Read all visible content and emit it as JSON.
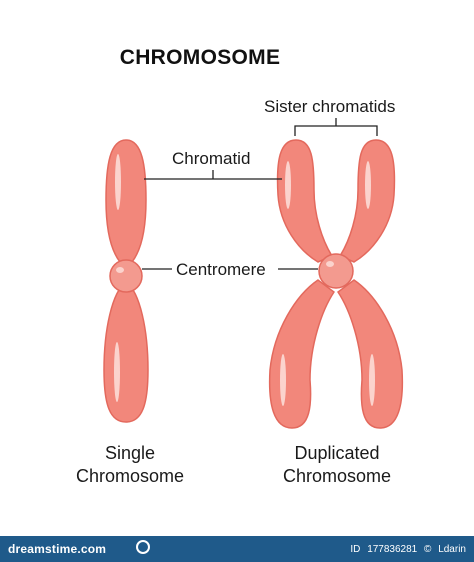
{
  "title": "CHROMOSOME",
  "labels": {
    "sister_chromatids": "Sister chromatids",
    "chromatid": "Chromatid",
    "centromere": "Centromere"
  },
  "captions": {
    "single_line1": "Single",
    "single_line2": "Chromosome",
    "duplicated_line1": "Duplicated",
    "duplicated_line2": "Chromosome"
  },
  "footer": {
    "brand": "dreamstime.com",
    "id_label": "ID",
    "id_value": "177836281",
    "copyright": "©",
    "author": "Ldarin"
  },
  "colors": {
    "chromosome_fill": "#f2877b",
    "chromosome_shade": "#e3695d",
    "centromere_fill": "#f39a8f",
    "highlight": "#fbd3cd",
    "line": "#222222",
    "footer_bg": "#1f5a8a"
  }
}
